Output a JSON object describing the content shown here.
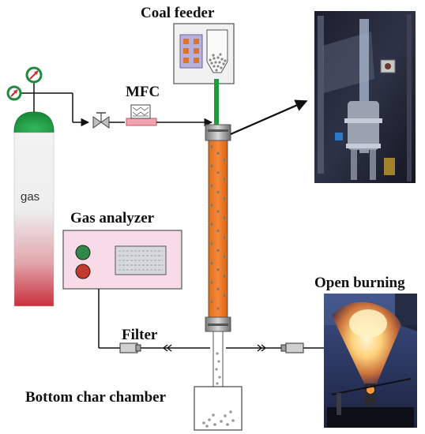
{
  "labels": {
    "coal_feeder": "Coal feeder",
    "mfc": "MFC",
    "gas_analyzer": "Gas analyzer",
    "open_burning": "Open burning",
    "filter": "Filter",
    "bottom_char_chamber": "Bottom char chamber",
    "gas": "gas"
  },
  "colors": {
    "cylinder_top": "#22a04a",
    "cylinder_bottom": "#c8303c",
    "reactor_fill": "#f07a1e",
    "feed_pipe": "#1f9a3c",
    "analyzer_body": "#f7dbe6",
    "feeder_led": "#d9742a",
    "flame": "#ffd27a"
  },
  "icons": [
    "pressure-gauge-icon",
    "valve-icon",
    "flow-direction-icon",
    "filter-icon"
  ]
}
